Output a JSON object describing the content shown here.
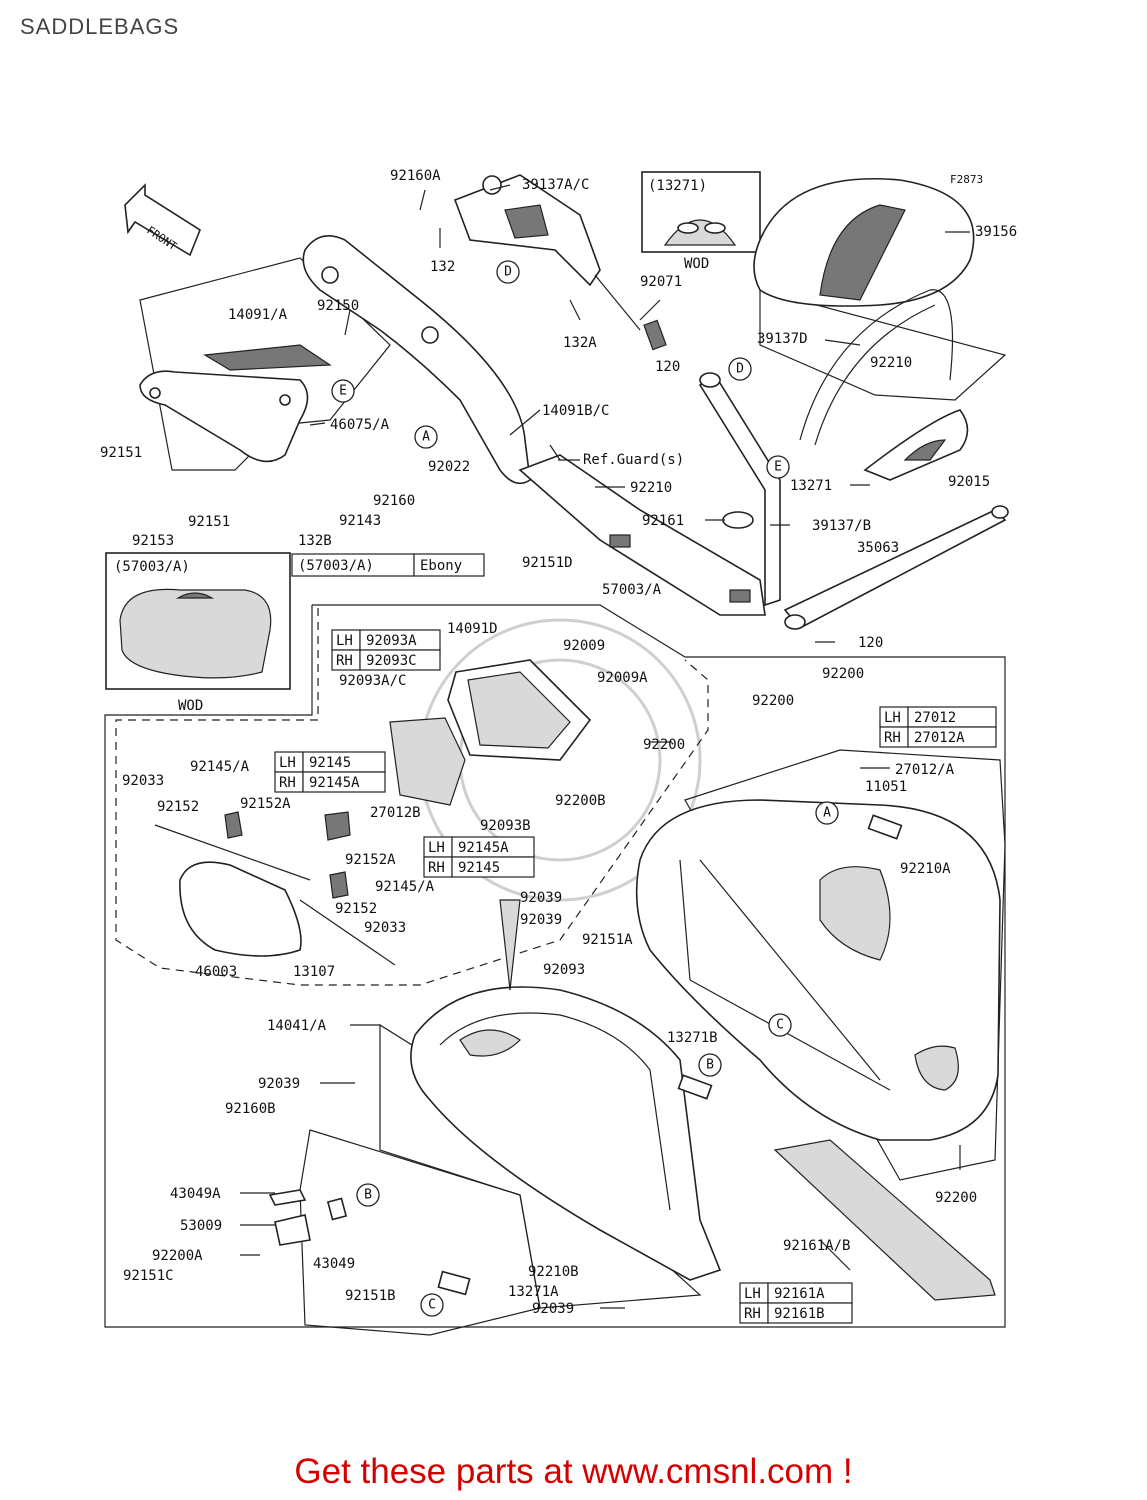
{
  "page": {
    "title": "SADDLEBAGS",
    "footer_text": "Get these parts at www.cmsnl.com !"
  },
  "diagram": {
    "figure_code": "F2873",
    "front_arrow_text": "FRONT",
    "wod_labels": [
      "WOD",
      "WOD"
    ],
    "ref_note": "Ref.Guard(s)",
    "callouts": [
      "A",
      "A",
      "B",
      "B",
      "C",
      "C",
      "D",
      "D",
      "E",
      "E"
    ],
    "inset_labels": {
      "inset1": "(13271)",
      "inset2": "(57003/A)"
    },
    "part_labels": [
      "92160A",
      "39137A/C",
      "132",
      "132A",
      "92071",
      "39156",
      "14091/A",
      "92150",
      "39137D",
      "92210",
      "92151",
      "46075/A",
      "14091B/C",
      "120",
      "92022",
      "92160",
      "92143",
      "132B",
      "92153",
      "92151",
      "92210",
      "92161",
      "39137/B",
      "35063",
      "13271",
      "92015",
      "92151D",
      "57003/A",
      "14091D",
      "92009",
      "92009A",
      "92200",
      "92200",
      "92200",
      "92093A/C",
      "92033",
      "92145/A",
      "92152",
      "92152A",
      "27012B",
      "92152A",
      "92145/A",
      "92152",
      "92033",
      "46003",
      "13107",
      "92093B",
      "92200B",
      "27012/A",
      "11051",
      "92210A",
      "92039",
      "92039",
      "92151A",
      "92093",
      "14041/A",
      "13271B",
      "92039",
      "92160B",
      "92200",
      "43049A",
      "53009",
      "43049",
      "92200A",
      "92151C",
      "92151B",
      "92210B",
      "13271A",
      "92039",
      "92161A/B",
      "120"
    ],
    "tables": {
      "ebony": {
        "left": "(57003/A)",
        "right": "Ebony"
      },
      "t92093": {
        "rows": [
          [
            "LH",
            "92093A"
          ],
          [
            "RH",
            "92093C"
          ]
        ]
      },
      "t27012": {
        "rows": [
          [
            "LH",
            "27012"
          ],
          [
            "RH",
            "27012A"
          ]
        ]
      },
      "t92145a": {
        "rows": [
          [
            "LH",
            "92145"
          ],
          [
            "RH",
            "92145A"
          ]
        ]
      },
      "t92145b": {
        "rows": [
          [
            "LH",
            "92145A"
          ],
          [
            "RH",
            "92145"
          ]
        ]
      },
      "t92161": {
        "rows": [
          [
            "LH",
            "92161A"
          ],
          [
            "RH",
            "92161B"
          ]
        ]
      }
    }
  }
}
